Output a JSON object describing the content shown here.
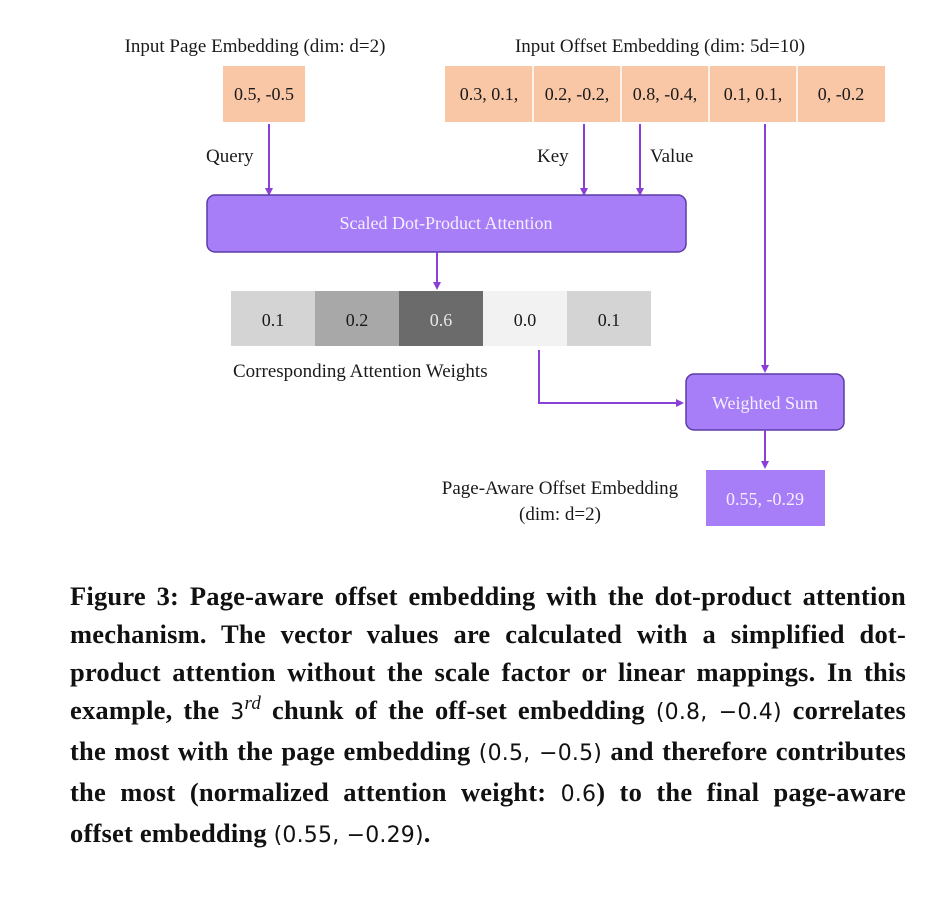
{
  "diagram": {
    "page_embedding_title": "Input Page Embedding (dim: d=2)",
    "page_embedding_value": "0.5, -0.5",
    "offset_embedding_title": "Input Offset Embedding (dim: 5d=10)",
    "offset_chunks": [
      "0.3, 0.1,",
      "0.2, -0.2,",
      "0.8, -0.4,",
      "0.1, 0.1,",
      "0, -0.2"
    ],
    "query_label": "Query",
    "key_label": "Key",
    "value_label": "Value",
    "attention_box_label": "Scaled Dot-Product Attention",
    "attention_weights": [
      "0.1",
      "0.2",
      "0.6",
      "0.0",
      "0.1"
    ],
    "attention_weights_label": "Corresponding Attention Weights",
    "weighted_sum_label": "Weighted Sum",
    "output_label_line1": "Page-Aware Offset Embedding",
    "output_label_line2": "(dim: d=2)",
    "output_value": "0.55, -0.29"
  },
  "caption": {
    "p1": "Figure 3: Page-aware offset embedding with the dot-product attention mechanism. The vector values are calculated with a simplified dot-product attention without the scale factor or linear mappings. In this example, the ",
    "m1_base": "3",
    "m1_sup": "rd",
    "p2": " chunk of the off-set embedding ",
    "m2": "(0.8, −0.4)",
    "p3": " correlates the most with the page embedding ",
    "m3": "(0.5, −0.5)",
    "p4": " and therefore contributes the most (normalized attention weight: ",
    "m4": "0.6",
    "p5": ") to the final page-aware offset embedding ",
    "m5": "(0.55, −0.29)",
    "p6": "."
  },
  "colors": {
    "embedding_fill": "#f9c7a6",
    "attention_fill": "#a77ef7",
    "attention_stroke": "#5b3ba8",
    "arrow": "#8a3fd6",
    "output_fill": "#a77ef7",
    "weight_cells": [
      "#d4d4d4",
      "#a8a8a8",
      "#6b6b6b",
      "#f2f2f2",
      "#d4d4d4"
    ],
    "weight_text": [
      "#1a1a1a",
      "#1a1a1a",
      "#e6e6e6",
      "#1a1a1a",
      "#1a1a1a"
    ]
  }
}
